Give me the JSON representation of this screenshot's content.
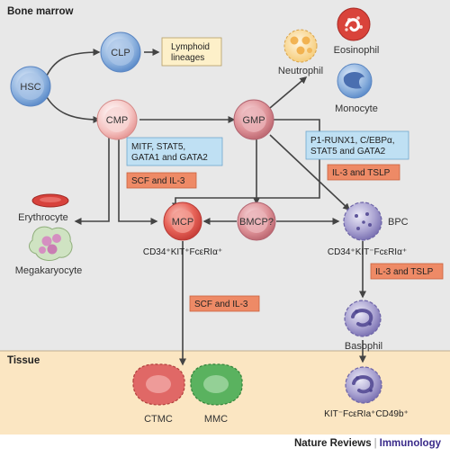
{
  "sections": {
    "top": "Bone marrow",
    "bottom": "Tissue"
  },
  "nodes": {
    "hsc": "HSC",
    "clp": "CLP",
    "cmp": "CMP",
    "gmp": "GMP",
    "mcp": "MCP",
    "bmcp": "BMCP?",
    "bpc": "BPC",
    "ctmc": "CTMC",
    "mmc": "MMC"
  },
  "cells": {
    "eosinophil": "Eosinophil",
    "neutrophil": "Neutrophil",
    "monocyte": "Monocyte",
    "erythrocyte": "Erythrocyte",
    "megakaryocyte": "Megakaryocyte",
    "basophil": "Basophil"
  },
  "boxes": {
    "lymphoid": [
      "Lymphoid",
      "lineages"
    ],
    "mitf": [
      "MITF, STAT5,",
      "GATA1 and GATA2"
    ],
    "scf_il3_a": "SCF and IL-3",
    "p1runx": [
      "P1-RUNX1, C/EBPα,",
      "STAT5 and GATA2"
    ],
    "il3_tslp_a": "IL-3 and TSLP",
    "il3_tslp_b": "IL-3 and TSLP",
    "scf_il3_b": "SCF and IL-3"
  },
  "markers": {
    "mcp": "CD34⁺KIT⁺FcεRIα⁺",
    "bpc": "CD34⁺KIT⁻FcεRIα⁺",
    "basophil": "KIT⁻FcεRIa⁺CD49b⁺"
  },
  "footer": {
    "journal": "Nature Reviews",
    "separator": "|",
    "section": "Immunology"
  },
  "colors": {
    "bone_marrow_bg": "#e8e8e8",
    "tissue_bg": "#fbe6c2",
    "blue_cell": "#7fa7d8",
    "pink_cell": "#f2b9b9",
    "red_cell": "#e5574a",
    "gmp_cell": "#dd8e93",
    "purple_cell": "#9a91c6",
    "ctmc": "#e06866",
    "mmc": "#5ab25f",
    "orange_box": "#ee8a66",
    "blue_box": "#bfe0f3",
    "yellow_box": "#fdf0c9"
  }
}
